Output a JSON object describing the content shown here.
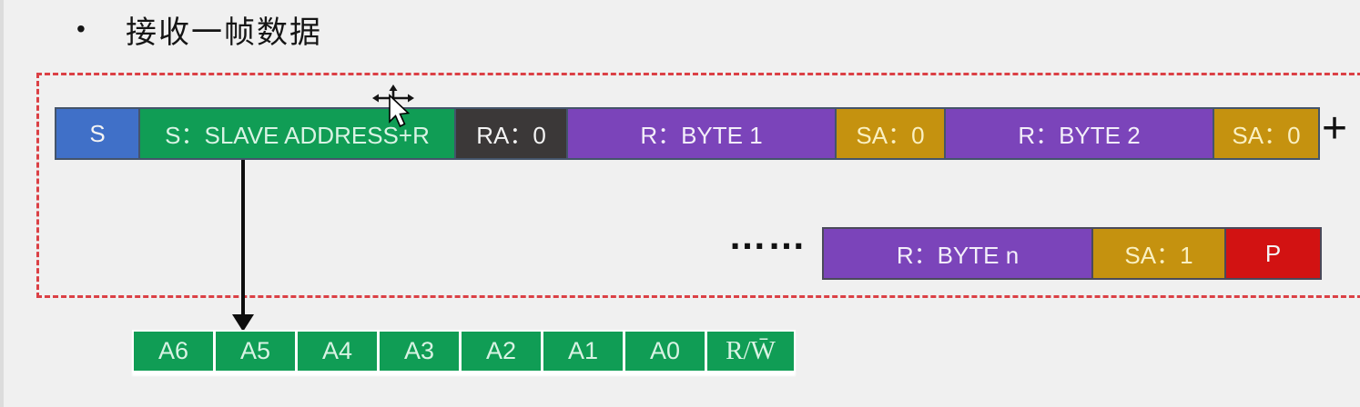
{
  "title": {
    "bullet": "•",
    "text": "接收一帧数据"
  },
  "frame": {
    "row1": {
      "blocks": [
        {
          "label": "S"
        },
        {
          "label": "S：SLAVE ADDRESS+R"
        },
        {
          "label": "RA：0"
        },
        {
          "label": "R：BYTE 1"
        },
        {
          "label": "SA：0"
        },
        {
          "label": "R：BYTE 2"
        },
        {
          "label": "SA：0"
        }
      ],
      "continuation": "+"
    },
    "row2": {
      "ellipsis": "……",
      "blocks": [
        {
          "label": "R：BYTE n"
        },
        {
          "label": "SA：1"
        },
        {
          "label": "P"
        }
      ]
    }
  },
  "address_breakdown": {
    "bits": [
      {
        "label": "A6"
      },
      {
        "label": "A5"
      },
      {
        "label": "A4"
      },
      {
        "label": "A3"
      },
      {
        "label": "A2"
      },
      {
        "label": "A1"
      },
      {
        "label": "A0"
      },
      {
        "label": "R/W̄"
      }
    ]
  },
  "icons": {
    "cursor": "move-cursor-with-pointer"
  },
  "colors": {
    "background": "#F0F0F0",
    "blue": "#4070C8",
    "green": "#109D55",
    "dark": "#3B3838",
    "purple": "#7B44BA",
    "gold": "#C5920F",
    "red": "#D21212",
    "dashed_border": "#DB4045",
    "row_border": "#44546A"
  }
}
